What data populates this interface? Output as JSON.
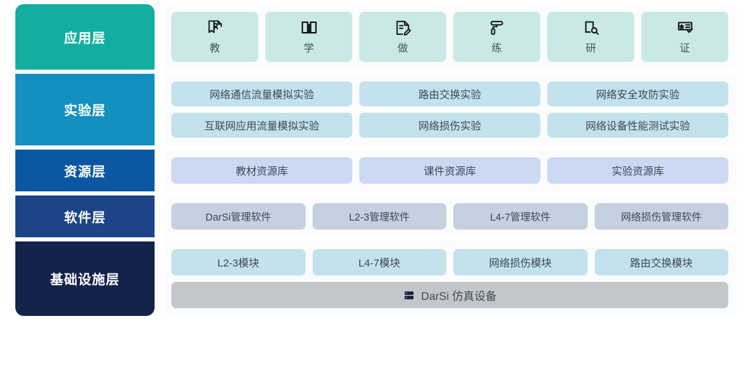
{
  "palette": {
    "panel_bg": "#fbfcfd",
    "page_bg": "#ffffff",
    "app_layer": "#12afa0",
    "experiment_layer": "#1490c0",
    "resource_layer": "#0b57a4",
    "software_layer": "#1c4486",
    "infrastructure_layer": "#15224c",
    "app_card": "#cae9e6",
    "experiment_card": "#c3e2ec",
    "resource_card": "#cbd9f2",
    "software_card": "#c5d0e0",
    "module_card": "#c3e2ec",
    "device_bar": "#c3c7cc",
    "card_text": "#3c4a55",
    "icon_dark": "#16213f"
  },
  "layers": [
    {
      "id": "application",
      "label": "应用层",
      "color": "#12afa0",
      "card_color": "#cae9e6",
      "items": [
        {
          "label": "教",
          "icon": "teach-icon"
        },
        {
          "label": "学",
          "icon": "book-icon"
        },
        {
          "label": "做",
          "icon": "edit-document-icon"
        },
        {
          "label": "练",
          "icon": "paint-roller-icon"
        },
        {
          "label": "研",
          "icon": "research-search-icon"
        },
        {
          "label": "证",
          "icon": "certificate-icon"
        }
      ]
    },
    {
      "id": "experiment",
      "label": "实验层",
      "color": "#1490c0",
      "card_color": "#c3e2ec",
      "rows": [
        [
          "网络通信流量模拟实验",
          "路由交换实验",
          "网络安全攻防实验"
        ],
        [
          "互联网应用流量模拟实验",
          "网络损伤实验",
          "网络设备性能测试实验"
        ]
      ]
    },
    {
      "id": "resource",
      "label": "资源层",
      "color": "#0b57a4",
      "card_color": "#cbd9f2",
      "rows": [
        [
          "教材资源库",
          "课件资源库",
          "实验资源库"
        ]
      ]
    },
    {
      "id": "software",
      "label": "软件层",
      "color": "#1c4486",
      "card_color": "#c5d0e0",
      "rows": [
        [
          "DarSi管理软件",
          "L2-3管理软件",
          "L4-7管理软件",
          "网络损伤管理软件"
        ]
      ]
    },
    {
      "id": "infrastructure",
      "label": "基础设施层",
      "color": "#15224c",
      "card_color": "#c3e2ec",
      "rows": [
        [
          "L2-3模块",
          "L4-7模块",
          "网络损伤模块",
          "路由交换模块"
        ]
      ],
      "device_bar": {
        "label": "DarSi 仿真设备",
        "icon": "server-icon",
        "color": "#c3c7cc"
      }
    }
  ]
}
